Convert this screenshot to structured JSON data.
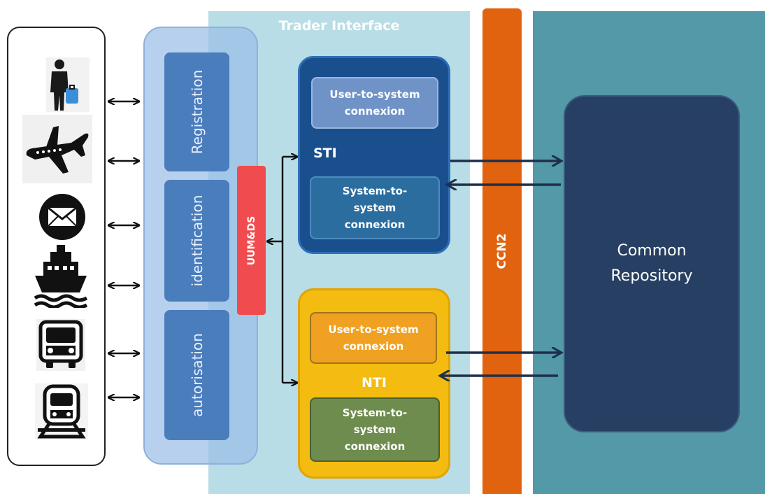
{
  "trader_interface": {
    "title": "Trader Interface"
  },
  "auth_panel": {
    "items": [
      {
        "label": "Registration"
      },
      {
        "label": "identification"
      },
      {
        "label": "autorisation"
      }
    ]
  },
  "uumds": {
    "label": "UUM&DS"
  },
  "sti": {
    "label": "STI",
    "user_to_system": "User-to-system connexion",
    "system_to_system": "System-to-system connexion"
  },
  "nti": {
    "label": "NTI",
    "user_to_system": "User-to-system connexion",
    "system_to_system": "System-to-system connexion"
  },
  "ccn2": {
    "label": "CCN2"
  },
  "repository": {
    "label": "Common Repository"
  },
  "actors": [
    {
      "icon": "traveller-icon"
    },
    {
      "icon": "airplane-icon"
    },
    {
      "icon": "postal-envelope-icon"
    },
    {
      "icon": "ship-icon"
    },
    {
      "icon": "truck-icon"
    },
    {
      "icon": "train-icon"
    }
  ],
  "colors": {
    "trader_bg": "#b8dde6",
    "right_bg": "#5399a8",
    "ccn2": "#e1630f",
    "sti": "#1a4f8e",
    "nti": "#f4bb10",
    "uumds": "#f04b4e",
    "repository": "#273f62"
  }
}
